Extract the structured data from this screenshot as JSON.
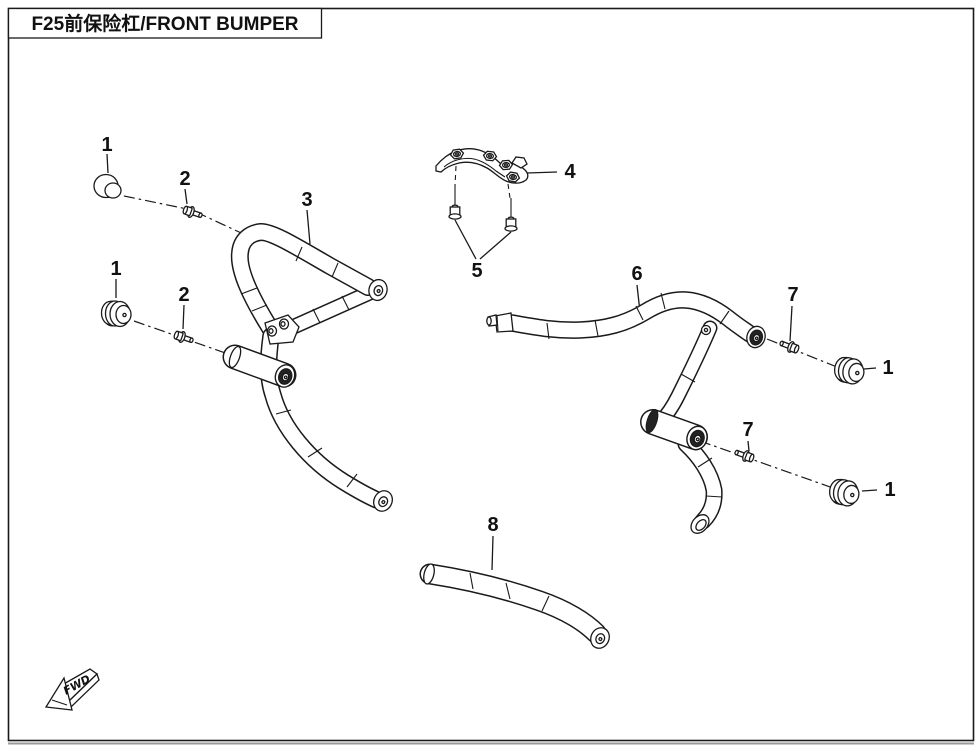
{
  "header": {
    "title": "F25前保险杠/FRONT BUMPER"
  },
  "direction_marker": {
    "label": "FWD"
  },
  "callouts": [
    {
      "id": "cap-top-left",
      "label": "1"
    },
    {
      "id": "bolt-top-left",
      "label": "2"
    },
    {
      "id": "main-bumper-tube",
      "label": "3"
    },
    {
      "id": "mounting-bracket",
      "label": "4"
    },
    {
      "id": "bracket-bolts",
      "label": "5"
    },
    {
      "id": "cap-mid-left",
      "label": "1"
    },
    {
      "id": "bolt-mid-left",
      "label": "2"
    },
    {
      "id": "side-bumper-tube",
      "label": "6"
    },
    {
      "id": "bolt-right-upper",
      "label": "7"
    },
    {
      "id": "cap-right-upper",
      "label": "1"
    },
    {
      "id": "bolt-right-lower",
      "label": "7"
    },
    {
      "id": "cap-right-lower",
      "label": "1"
    },
    {
      "id": "crossbar-tube",
      "label": "8"
    }
  ],
  "colors": {
    "line": "#1a1a1a",
    "background": "#ffffff"
  }
}
